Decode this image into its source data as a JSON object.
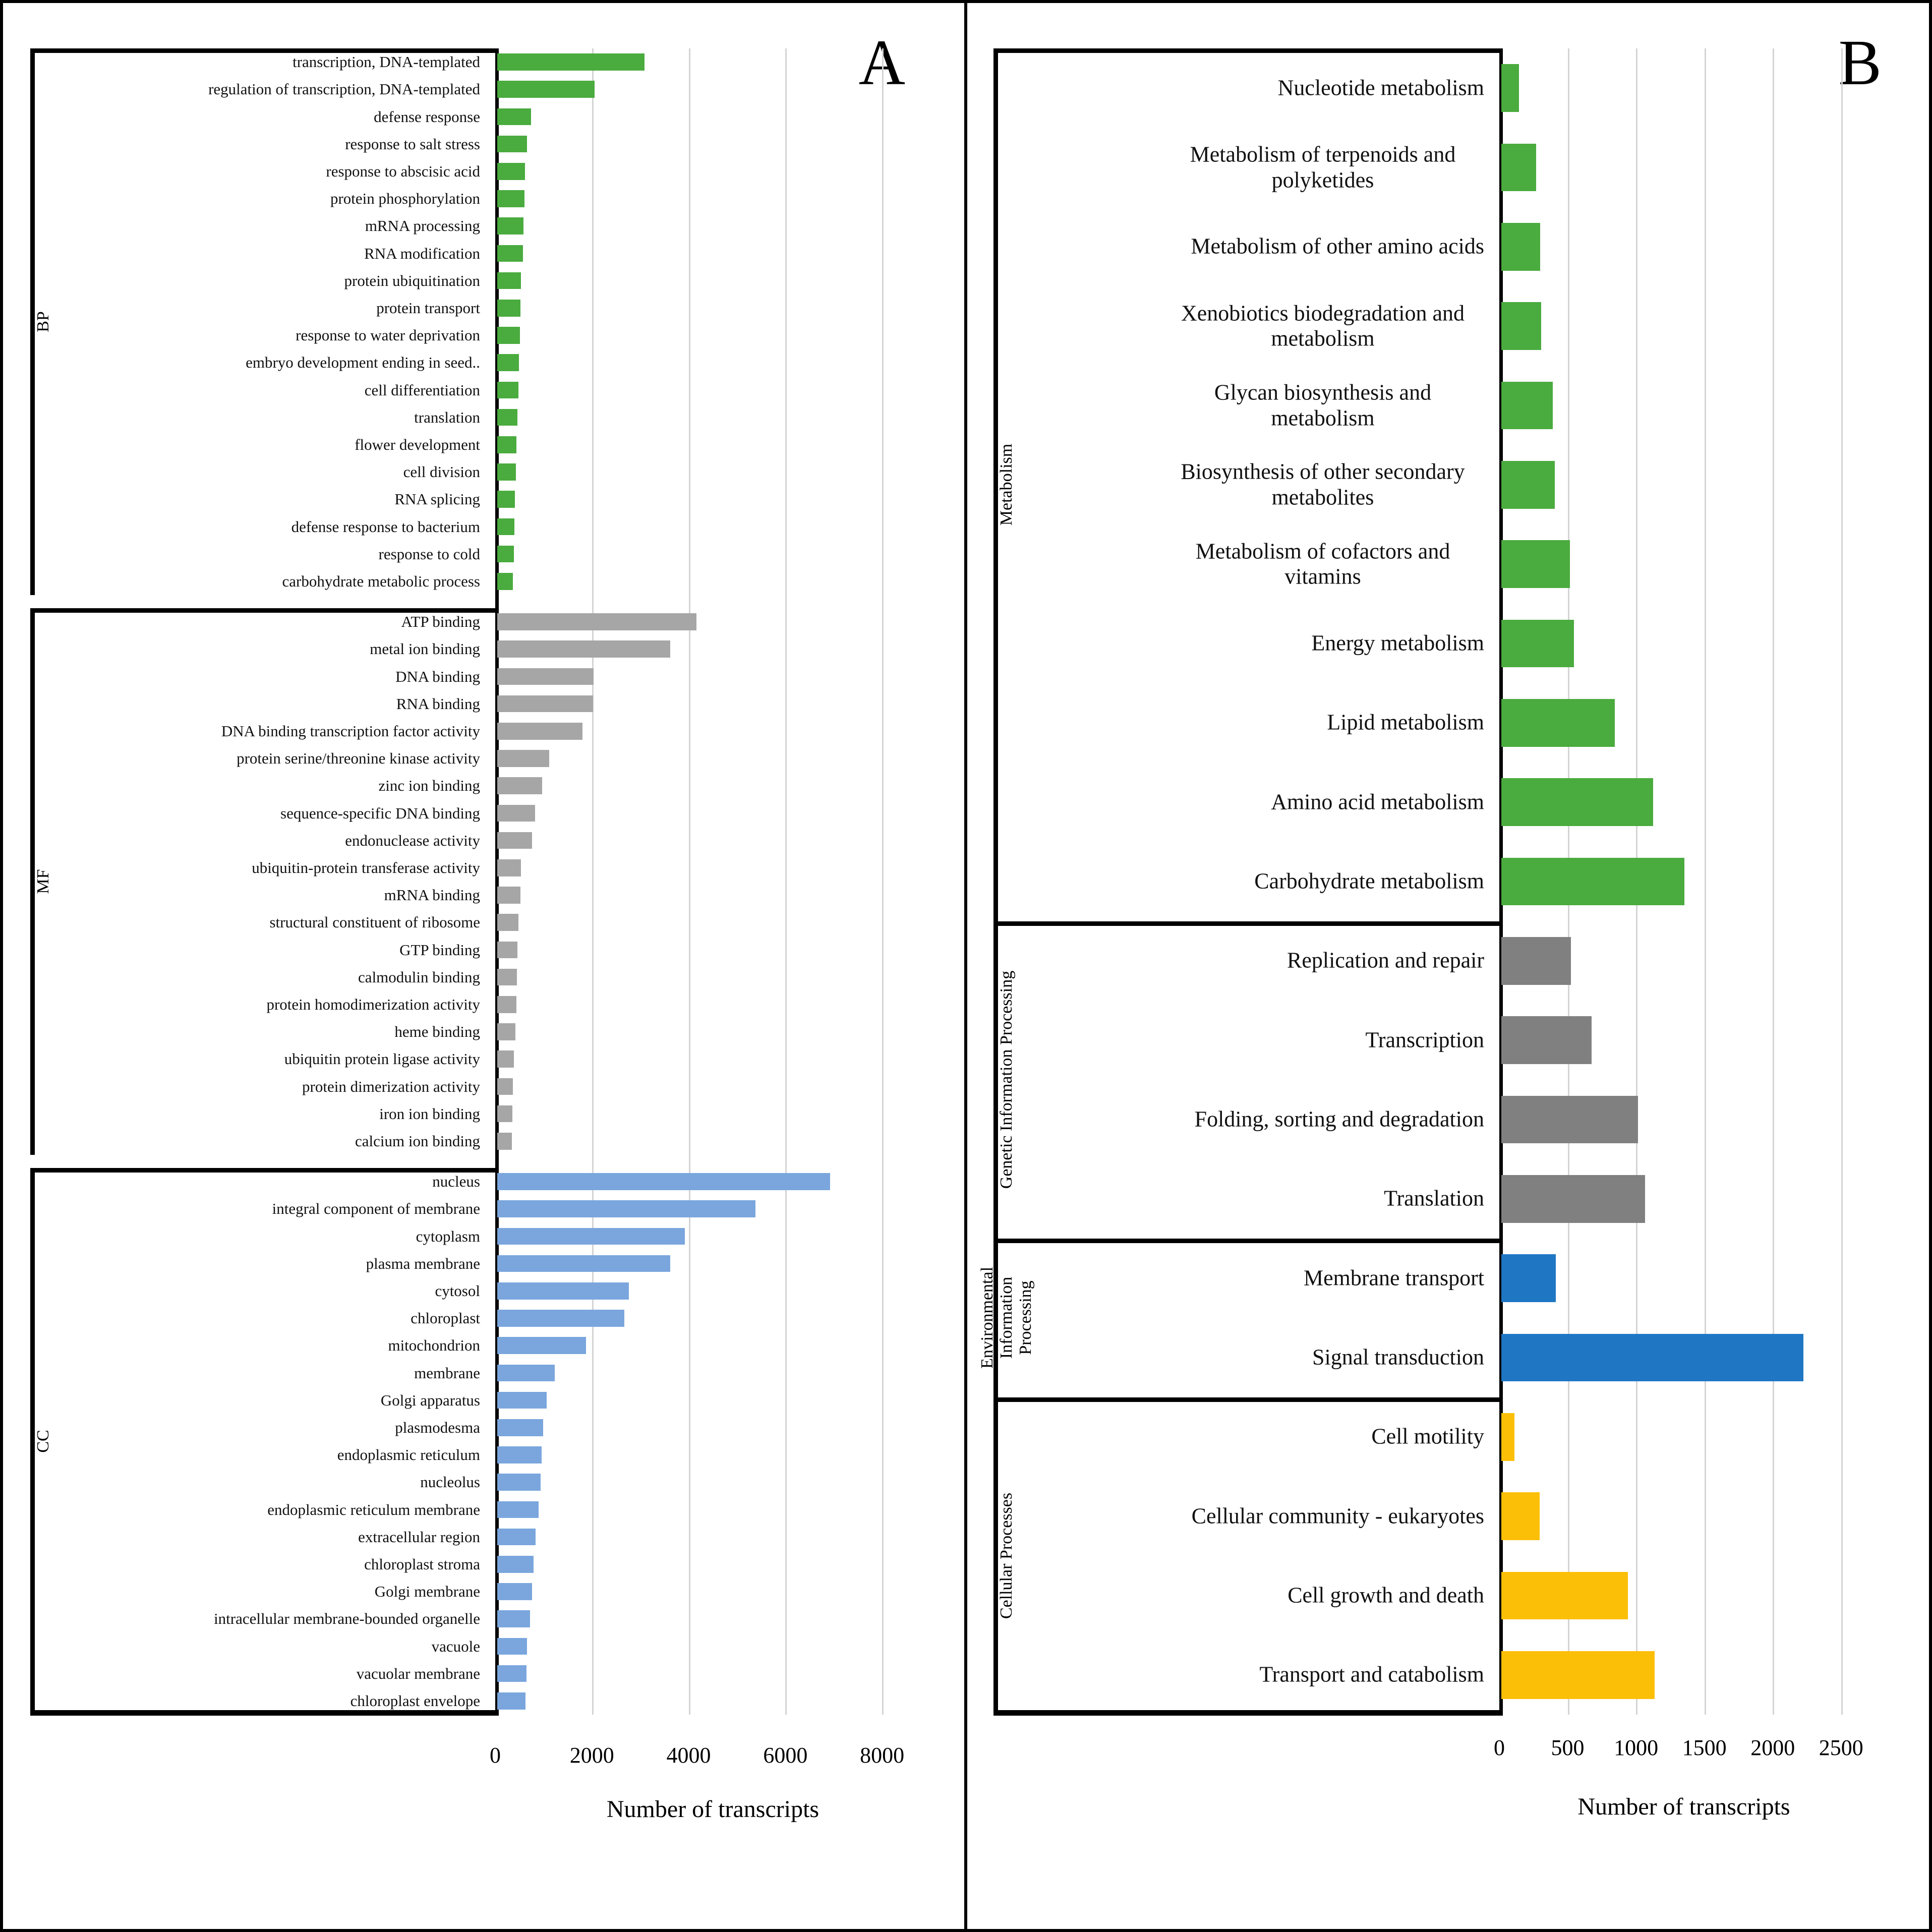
{
  "figure": {
    "panelA_letter": "A",
    "panelB_letter": "B",
    "axis_title": "Number of transcripts"
  },
  "colors": {
    "bp_green": "#4aab3e",
    "mf_gray": "#a6a6a6",
    "cc_blue": "#7aa6dd",
    "kegg_metabolism": "#4aab3e",
    "kegg_genetic": "#808080",
    "kegg_environmental": "#1f77c4",
    "kegg_cellular": "#fcbf08",
    "gridline": "#d4d4d4",
    "axis": "#000000"
  },
  "chart_data": [
    {
      "type": "bar",
      "id": "panel-a",
      "title": "A",
      "orientation": "horizontal",
      "xlabel": "Number of transcripts",
      "ylabel": "",
      "xlim": [
        0,
        9000
      ],
      "xticks": [
        0,
        2000,
        4000,
        6000,
        8000
      ],
      "xticklabels": [
        "0",
        "2000",
        "4000",
        "6000",
        "8000"
      ],
      "grid": true,
      "legend": "none",
      "groups": [
        {
          "name": "BP",
          "color": "#4aab3e",
          "categories": [
            "transcription, DNA-templated",
            "regulation of transcription, DNA-templated",
            "defense response",
            "response to salt stress",
            "response to abscisic acid",
            "protein phosphorylation",
            "mRNA processing",
            "RNA modification",
            "protein ubiquitination",
            "protein transport",
            "response to water deprivation",
            "embryo development ending in seed..",
            "cell differentiation",
            "translation",
            "flower development",
            "cell division",
            "RNA splicing",
            "defense response to bacterium",
            "response to cold",
            "carbohydrate metabolic process"
          ],
          "values": [
            3050,
            2010,
            700,
            615,
            575,
            560,
            545,
            530,
            490,
            480,
            465,
            450,
            440,
            420,
            400,
            385,
            370,
            355,
            340,
            325
          ]
        },
        {
          "name": "MF",
          "color": "#a6a6a6",
          "categories": [
            "ATP binding",
            "metal ion binding",
            "DNA binding",
            "RNA binding",
            "DNA binding transcription factor activity",
            "protein serine/threonine kinase activity",
            "zinc ion binding",
            "sequence-specific DNA binding",
            "endonuclease activity",
            "ubiquitin-protein transferase activity",
            "mRNA binding",
            "structural constituent of ribosome",
            "GTP binding",
            "calmodulin binding",
            "protein homodimerization activity",
            "heme binding",
            "ubiquitin protein ligase activity",
            "protein dimerization activity",
            "iron ion binding",
            "calcium ion binding"
          ],
          "values": [
            4120,
            3580,
            1990,
            1980,
            1760,
            1070,
            930,
            780,
            720,
            490,
            480,
            440,
            420,
            410,
            395,
            375,
            345,
            325,
            315,
            300
          ]
        },
        {
          "name": "CC",
          "color": "#7aa6dd",
          "categories": [
            "nucleus",
            "integral component of membrane",
            "cytoplasm",
            "plasma membrane",
            "cytosol",
            "chloroplast",
            "mitochondrion",
            "membrane",
            "Golgi apparatus",
            "plasmodesma",
            "endoplasmic reticulum",
            "nucleolus",
            "endoplasmic reticulum membrane",
            "extracellular region",
            "chloroplast stroma",
            "Golgi membrane",
            "intracellular membrane-bounded organelle",
            "vacuole",
            "vacuolar membrane",
            "chloroplast envelope"
          ],
          "values": [
            6880,
            5340,
            3880,
            3580,
            2720,
            2630,
            1840,
            1190,
            1020,
            950,
            920,
            900,
            850,
            790,
            750,
            720,
            680,
            620,
            600,
            580
          ]
        }
      ]
    },
    {
      "type": "bar",
      "id": "panel-b",
      "title": "B",
      "orientation": "horizontal",
      "xlabel": "Number of transcripts",
      "ylabel": "",
      "xlim": [
        0,
        2700
      ],
      "xticks": [
        0,
        500,
        1000,
        1500,
        2000,
        2500
      ],
      "xticklabels": [
        "0",
        "500",
        "1000",
        "1500",
        "2000",
        "2500"
      ],
      "grid": true,
      "legend": "none",
      "groups": [
        {
          "name": "Metabolism",
          "color": "#4aab3e",
          "categories": [
            "Nucleotide metabolism",
            "Metabolism of terpenoids and polyketides",
            "Metabolism of other amino acids",
            "Xenobiotics biodegradation and metabolism",
            "Glycan biosynthesis and metabolism",
            "Biosynthesis of other secondary metabolites",
            "Metabolism of cofactors and vitamins",
            "Energy metabolism",
            "Lipid metabolism",
            "Amino acid metabolism",
            "Carbohydrate metabolism"
          ],
          "values": [
            130,
            255,
            285,
            290,
            375,
            390,
            500,
            530,
            830,
            1110,
            1340
          ]
        },
        {
          "name": "Genetic Information Processing",
          "color": "#808080",
          "categories": [
            "Replication and repair",
            "Transcription",
            "Folding, sorting and degradation",
            "Translation"
          ],
          "values": [
            510,
            660,
            1000,
            1050
          ]
        },
        {
          "name": "Environmental Information Processing",
          "color": "#1f77c4",
          "categories": [
            "Membrane transport",
            "Signal transduction"
          ],
          "values": [
            400,
            2210
          ]
        },
        {
          "name": "Cellular Processes",
          "color": "#fcbf08",
          "categories": [
            "Cell motility",
            "Cellular community - eukaryotes",
            "Cell growth and death",
            "Transport and catabolism"
          ],
          "values": [
            95,
            280,
            925,
            1120
          ]
        }
      ]
    }
  ]
}
